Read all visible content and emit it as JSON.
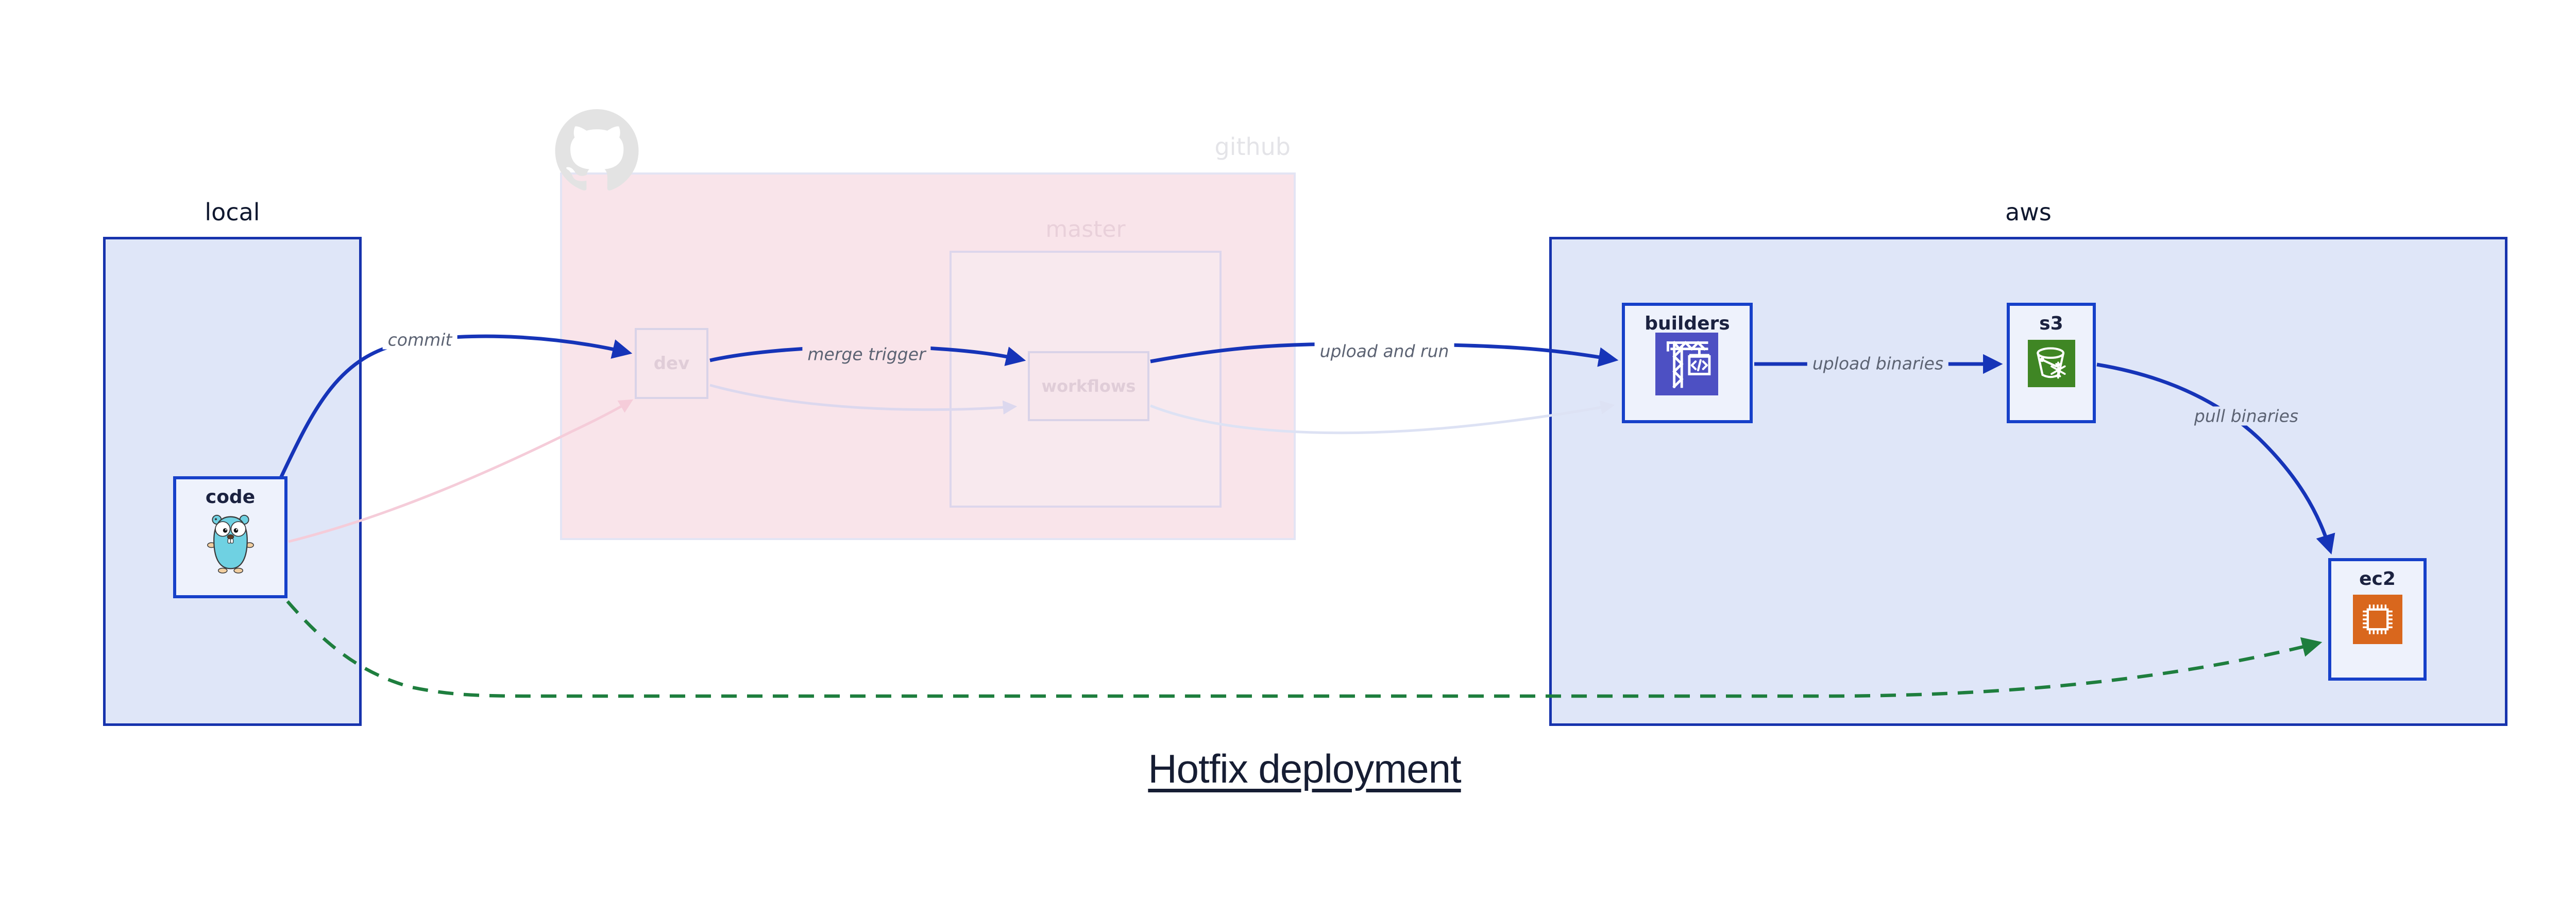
{
  "title": {
    "text": "Hotfix deployment"
  },
  "groups": {
    "local": {
      "label": "local"
    },
    "github": {
      "label": "github",
      "master_label": "master"
    },
    "aws": {
      "label": "aws"
    }
  },
  "nodes": {
    "code": {
      "label": "code",
      "icon": "go-gopher-icon"
    },
    "dev": {
      "label": "dev",
      "state": "faded"
    },
    "workflows": {
      "label": "workflows",
      "state": "faded"
    },
    "builders": {
      "label": "builders",
      "icon": "codebuild-crane-icon"
    },
    "s3": {
      "label": "s3",
      "icon": "s3-glacier-bucket-icon"
    },
    "ec2": {
      "label": "ec2",
      "icon": "ec2-chip-icon"
    }
  },
  "edges": {
    "commit": {
      "label": "commit",
      "from": "code",
      "to": "dev",
      "style": "solid-blue"
    },
    "merge_trigger": {
      "label": "merge trigger",
      "from": "dev",
      "to": "workflows",
      "style": "solid-blue"
    },
    "upload_and_run": {
      "label": "upload and run",
      "from": "workflows",
      "to": "builders",
      "style": "solid-blue"
    },
    "upload_binaries": {
      "label": "upload binaries",
      "from": "builders",
      "to": "s3",
      "style": "solid-blue"
    },
    "pull_binaries": {
      "label": "pull binaries",
      "from": "s3",
      "to": "ec2",
      "style": "solid-blue"
    },
    "hotfix": {
      "label": "",
      "from": "code",
      "to": "ec2",
      "style": "dashed-green"
    },
    "faded_code_dev": {
      "label": "",
      "from": "code",
      "to": "dev",
      "style": "faded-pink"
    },
    "faded_dev_workflows": {
      "label": "",
      "from": "dev",
      "to": "workflows",
      "style": "faded-lavender"
    },
    "faded_workflows_build": {
      "label": "",
      "from": "workflows",
      "to": "builders",
      "style": "faded-lavender"
    }
  },
  "icons": {
    "octocat": "github-octocat-icon",
    "gopher": "go-gopher-icon",
    "codebuild": "codebuild-crane-icon",
    "s3": "s3-glacier-bucket-icon",
    "ec2": "ec2-chip-icon"
  },
  "colors": {
    "arrow_blue": "#1634b8",
    "arrow_green": "#1e7e3e",
    "faded_pink": "#f5ccd9",
    "faded_lavender": "#dcd8ee",
    "group_border_blue": "#1733ad",
    "group_fill_lavender": "#dfe6f8",
    "github_fill_pink": "#f9e4ea",
    "node_border_blue": "#1640c9",
    "node_fill": "#eef2fc",
    "edge_label_gray": "#5c6373",
    "title_navy": "#161d33",
    "octocat_gray": "#e3e3e3",
    "codebuild_indigo": "#4d50c3",
    "s3_green": "#3f8624",
    "ec2_orange": "#d9671d",
    "gopher_teal": "#6fd1e2"
  }
}
